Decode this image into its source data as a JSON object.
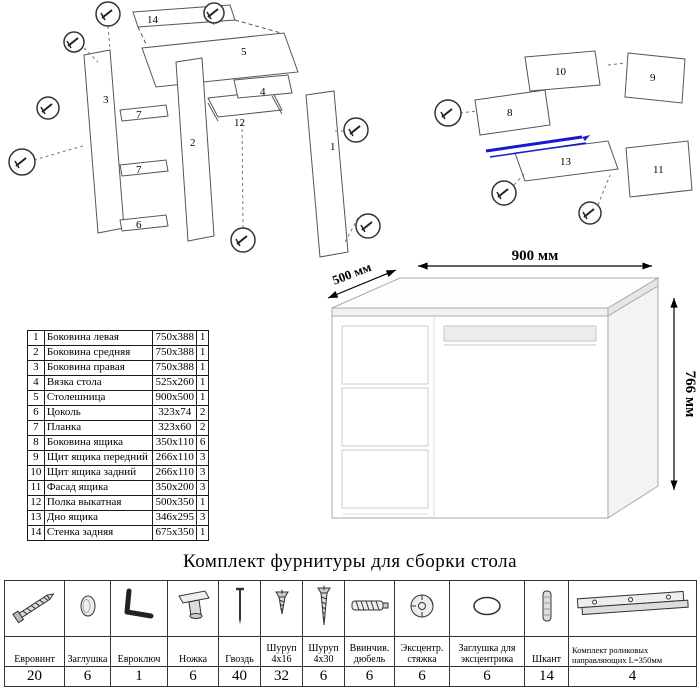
{
  "left_diagram": {
    "labels": [
      "14",
      "5",
      "3",
      "7",
      "7",
      "6",
      "2",
      "12",
      "4",
      "1"
    ]
  },
  "right_diagram": {
    "labels": [
      "10",
      "9",
      "8",
      "13",
      "11"
    ]
  },
  "desk": {
    "dim_depth": "500 мм",
    "dim_width": "900 мм",
    "dim_height": "766 мм"
  },
  "parts_table": {
    "rows": [
      {
        "num": "1",
        "name": "Боковина левая",
        "size": "750x388",
        "qty": "1"
      },
      {
        "num": "2",
        "name": "Боковина средняя",
        "size": "750x388",
        "qty": "1"
      },
      {
        "num": "3",
        "name": "Боковина правая",
        "size": "750x388",
        "qty": "1"
      },
      {
        "num": "4",
        "name": "Вязка стола",
        "size": "525x260",
        "qty": "1"
      },
      {
        "num": "5",
        "name": "Столешница",
        "size": "900x500",
        "qty": "1"
      },
      {
        "num": "6",
        "name": "Цоколь",
        "size": "323x74",
        "qty": "2"
      },
      {
        "num": "7",
        "name": "Планка",
        "size": "323x60",
        "qty": "2"
      },
      {
        "num": "8",
        "name": "Боковина ящика",
        "size": "350x110",
        "qty": "6"
      },
      {
        "num": "9",
        "name": "Щит ящика передний",
        "size": "266x110",
        "qty": "3"
      },
      {
        "num": "10",
        "name": "Щит ящика задний",
        "size": "266x110",
        "qty": "3"
      },
      {
        "num": "11",
        "name": "Фасад ящика",
        "size": "350x200",
        "qty": "3"
      },
      {
        "num": "12",
        "name": "Полка выкатная",
        "size": "500x350",
        "qty": "1"
      },
      {
        "num": "13",
        "name": "Дно ящика",
        "size": "346x295",
        "qty": "3"
      },
      {
        "num": "14",
        "name": "Стенка задняя",
        "size": "675x350",
        "qty": "1"
      }
    ]
  },
  "hardware": {
    "title": "Комплект фурнитуры для сборки стола",
    "items": [
      {
        "label": "Евровинт",
        "qty": "20",
        "icon": "euroscrew-icon"
      },
      {
        "label": "Заглушка",
        "qty": "6",
        "icon": "plug-icon"
      },
      {
        "label": "Евроключ",
        "qty": "1",
        "icon": "hex-key-icon"
      },
      {
        "label": "Ножка",
        "qty": "6",
        "icon": "leg-icon"
      },
      {
        "label": "Гвоздь",
        "qty": "40",
        "icon": "nail-icon"
      },
      {
        "label": "Шуруп 4x16",
        "qty": "32",
        "icon": "screw-4x16-icon"
      },
      {
        "label": "Шуруп 4x30",
        "qty": "6",
        "icon": "screw-4x30-icon"
      },
      {
        "label": "Ввинчив. дюбель",
        "qty": "6",
        "icon": "screw-dowel-icon"
      },
      {
        "label": "Эксцентр. стяжка",
        "qty": "6",
        "icon": "cam-lock-icon"
      },
      {
        "label": "Заглушка для эксцентрика",
        "qty": "6",
        "icon": "cam-cover-icon"
      },
      {
        "label": "Шкант",
        "qty": "14",
        "icon": "dowel-icon"
      },
      {
        "label": "Комплект роликовых направляющих L=350мм",
        "qty": "4",
        "icon": "roller-guides-icon"
      }
    ]
  },
  "colors": {
    "rail_highlight": "#1a1acc",
    "line": "#555555"
  }
}
